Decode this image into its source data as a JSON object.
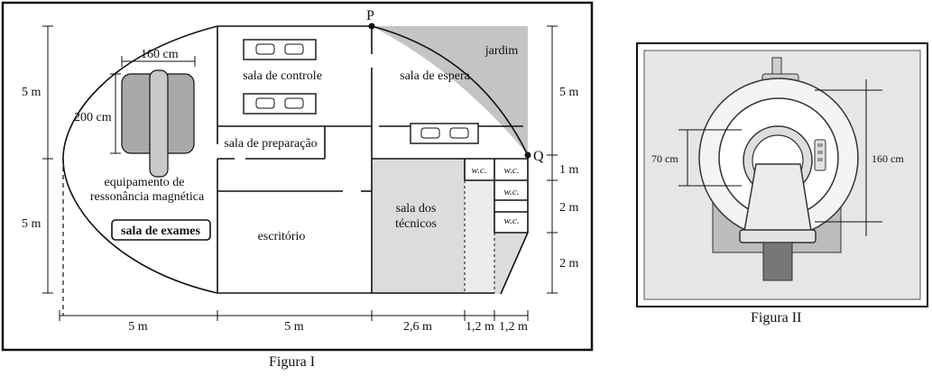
{
  "figure1": {
    "caption": "Figura I",
    "point_p": "P",
    "point_q": "Q",
    "rooms": {
      "sala_controle": "sala de controle",
      "sala_espera": "sala de espera",
      "jardim": "jardim",
      "sala_preparacao": "sala de preparação",
      "escritorio": "escritório",
      "sala_tecnicos_line1": "sala dos",
      "sala_tecnicos_line2": "técnicos",
      "wc": "w.c.",
      "sala_exames": "sala de exames"
    },
    "equipment_line1": "equipamento de",
    "equipment_line2": "ressonância magnética",
    "equipment_width": "160 cm",
    "equipment_length": "200 cm",
    "left_top": "5 m",
    "left_bottom": "5 m",
    "right_top": "5 m",
    "right_1": "1 m",
    "right_2": "2 m",
    "right_3": "2 m",
    "bottom_1": "5 m",
    "bottom_2": "5 m",
    "bottom_3": "2,6 m",
    "bottom_4": "1,2 m",
    "bottom_5": "1,2 m"
  },
  "figure2": {
    "caption": "Figura II",
    "inner_diameter": "70 cm",
    "outer_height": "160 cm"
  }
}
